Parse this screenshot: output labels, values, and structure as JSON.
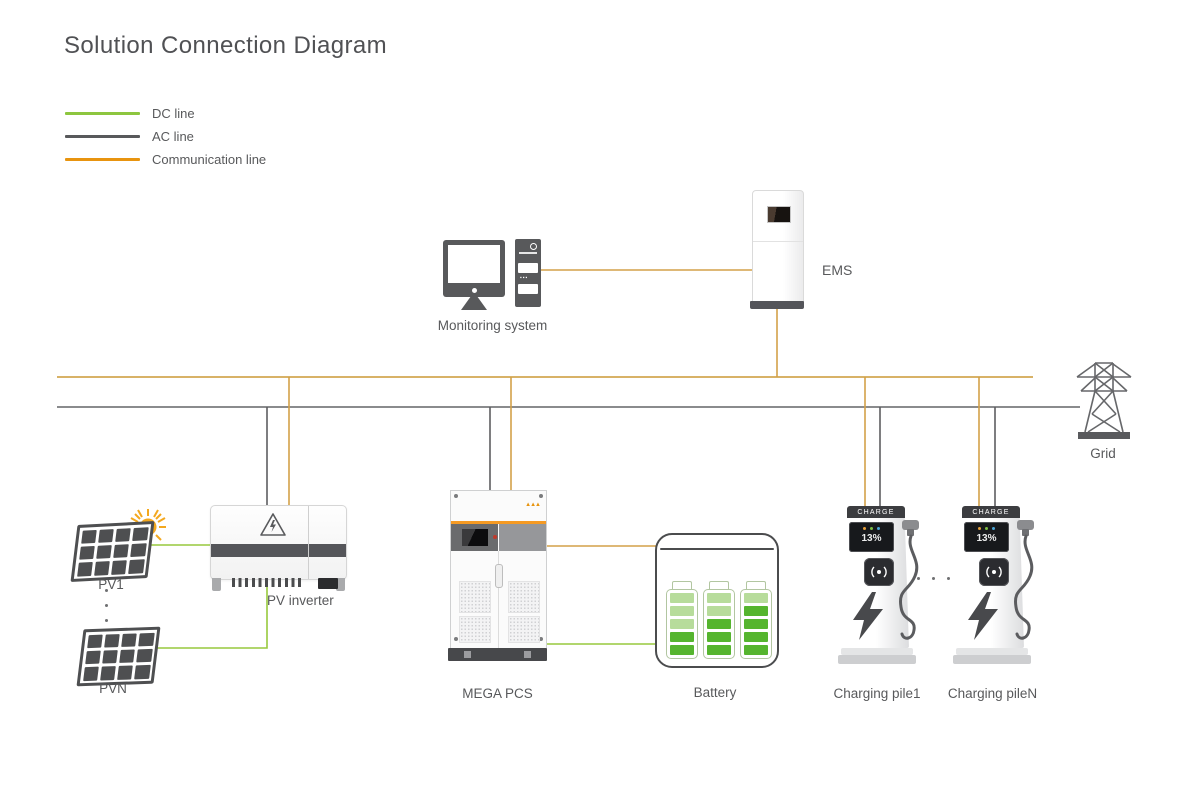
{
  "title": "Solution Connection Diagram",
  "legend": {
    "items": [
      {
        "label": "DC line",
        "color": "#8dc63f"
      },
      {
        "label": "AC line",
        "color": "#58595b"
      },
      {
        "label": "Communication line",
        "color": "#e8940f"
      }
    ]
  },
  "colors": {
    "dc": "#97c93d",
    "ac": "#5d5e61",
    "ac_bus": "#8a8b8d",
    "comm": "#d3a149",
    "comm_bus": "#d8b267",
    "dcl": "#b7dc9b",
    "dcd": "#55b52e",
    "orange": "#f59a23"
  },
  "nodes": {
    "monitoring": {
      "label": "Monitoring system"
    },
    "ems": {
      "label": "EMS"
    },
    "grid": {
      "label": "Grid"
    },
    "pv1": {
      "label": "PV1"
    },
    "pvn": {
      "label": "PVN"
    },
    "inverter": {
      "label": "PV inverter"
    },
    "pcs": {
      "label": "MEGA PCS"
    },
    "battery": {
      "label": "Battery"
    },
    "pile1": {
      "label": "Charging pile1"
    },
    "pileN": {
      "label": "Charging pileN"
    }
  },
  "charging": {
    "header": "CHARGE",
    "screen": "13%"
  },
  "battery_state": {
    "cells": [
      [
        "l",
        "l",
        "l",
        "d",
        "d"
      ],
      [
        "l",
        "l",
        "d",
        "d",
        "d"
      ],
      [
        "l",
        "d",
        "d",
        "d",
        "d"
      ]
    ]
  }
}
